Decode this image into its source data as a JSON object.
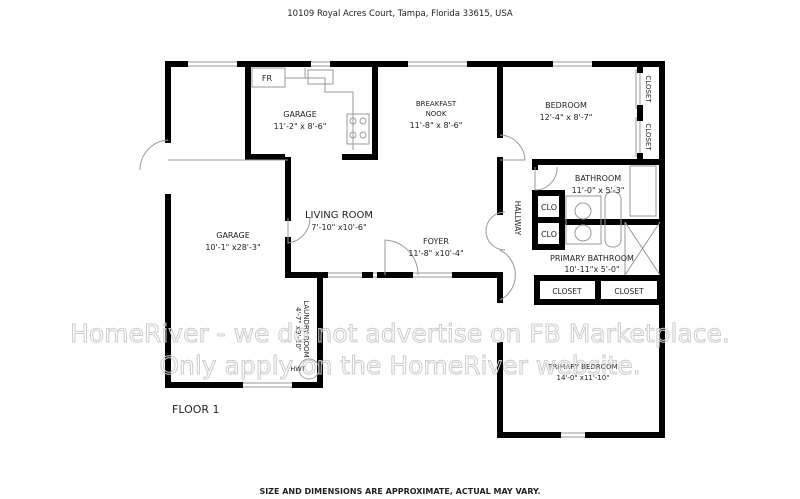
{
  "header": {
    "address": "10109 Royal Acres Court, Tampa, Florida 33615, USA"
  },
  "footer": {
    "disclaimer": "SIZE AND DIMENSIONS ARE APPROXIMATE, ACTUAL MAY VARY."
  },
  "floor_label": "FLOOR 1",
  "watermark": {
    "line1": "HomeRiver - we do not advertise on FB Marketplace.",
    "line2": "Only apply on the HomeRiver website."
  },
  "rooms": {
    "kitchen": {
      "name": "GARAGE",
      "dims": "11'-2\" x 8'-6\"",
      "fridge": "FR"
    },
    "breakfast": {
      "name1": "BREAKFAST",
      "name2": "NOOK",
      "dims": "11'-8\" x 8'-6\""
    },
    "bedroom": {
      "name": "BEDROOM",
      "dims": "12'-4\" x 8'-7\""
    },
    "closet_a": "CLOSET",
    "closet_b": "CLOSET",
    "garage": {
      "name": "GARAGE",
      "dims": "10'-1\" x28'-3\""
    },
    "living": {
      "name": "LIVING ROOM",
      "dims": "7'-10\" x10'-6\""
    },
    "foyer": {
      "name": "FOYER",
      "dims": "11'-8\" x10'-4\""
    },
    "hallway": "HALLWAY",
    "bathroom": {
      "name": "BATHROOM",
      "dims": "11'-0\" x 5'-3\""
    },
    "clo1": "CLO",
    "clo2": "CLO",
    "primary_bath": {
      "name": "PRIMARY BATHROOM",
      "dims": "10'-11\"x 5'-0\""
    },
    "closet_c": "CLOSET",
    "closet_d": "CLOSET",
    "laundry": {
      "name": "LAUNDRY ROOM",
      "dims": "4'-7\" x9'-10\"",
      "hwt": "HWT"
    },
    "primary_bed": {
      "name": "PRIMARY BEDROOM",
      "dims": "14'-0\" x11'-10\""
    }
  }
}
